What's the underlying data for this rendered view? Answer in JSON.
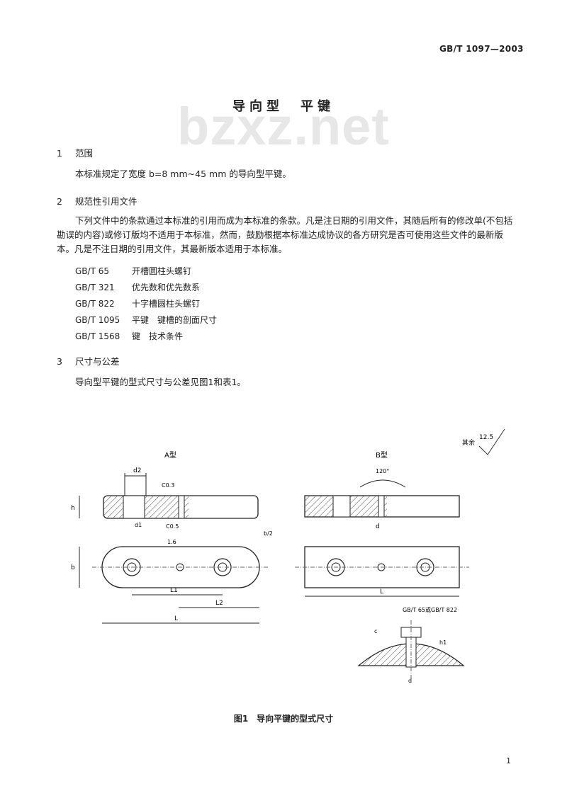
{
  "header": {
    "standard_no": "GB/T 1097—2003"
  },
  "title": "导向型　平键",
  "watermark": "bzxz.net",
  "sections": [
    {
      "num": "1",
      "heading": "范围"
    },
    {
      "num": "2",
      "heading": "规范性引用文件"
    },
    {
      "num": "3",
      "heading": "尺寸与公差"
    }
  ],
  "scope_text": "本标准规定了宽度 b=8 mm~45 mm 的导向型平键。",
  "refs_intro": "下列文件中的条款通过本标准的引用而成为本标准的条款。凡是注日期的引用文件，其随后所有的修改单(不包括勘误的内容)或修订版均不适用于本标准，然而，鼓励根据本标准达成协议的各方研究是否可使用这些文件的最新版本。凡是不注日期的引用文件，其最新版本适用于本标准。",
  "references": [
    {
      "code": "GB/T 65",
      "title": "开槽圆柱头螺钉"
    },
    {
      "code": "GB/T 321",
      "title": "优先数和优先数系"
    },
    {
      "code": "GB/T 822",
      "title": "十字槽圆柱头螺钉"
    },
    {
      "code": "GB/T 1095",
      "title": "平键　键槽的剖面尺寸"
    },
    {
      "code": "GB/T 1568",
      "title": "键　技术条件"
    }
  ],
  "dims_text": "导向型平键的型式尺寸与公差见图1和表1。",
  "figure": {
    "type_a": "A型",
    "type_b": "B型",
    "roughness_note": "其余",
    "roughness_value": "12.5",
    "angle": "120°",
    "chamfer_1": "C0.3",
    "chamfer_2": "C0.5",
    "chamfer_3": "1.6",
    "dim_b_half": "b/2",
    "screw_label": "GB/T 65或GB/T 822",
    "labels": [
      "h",
      "b",
      "d1",
      "d",
      "L",
      "L1",
      "L2",
      "h1",
      "d2",
      "c"
    ]
  },
  "caption": "图1　导向平键的型式尺寸",
  "page_number": "1"
}
